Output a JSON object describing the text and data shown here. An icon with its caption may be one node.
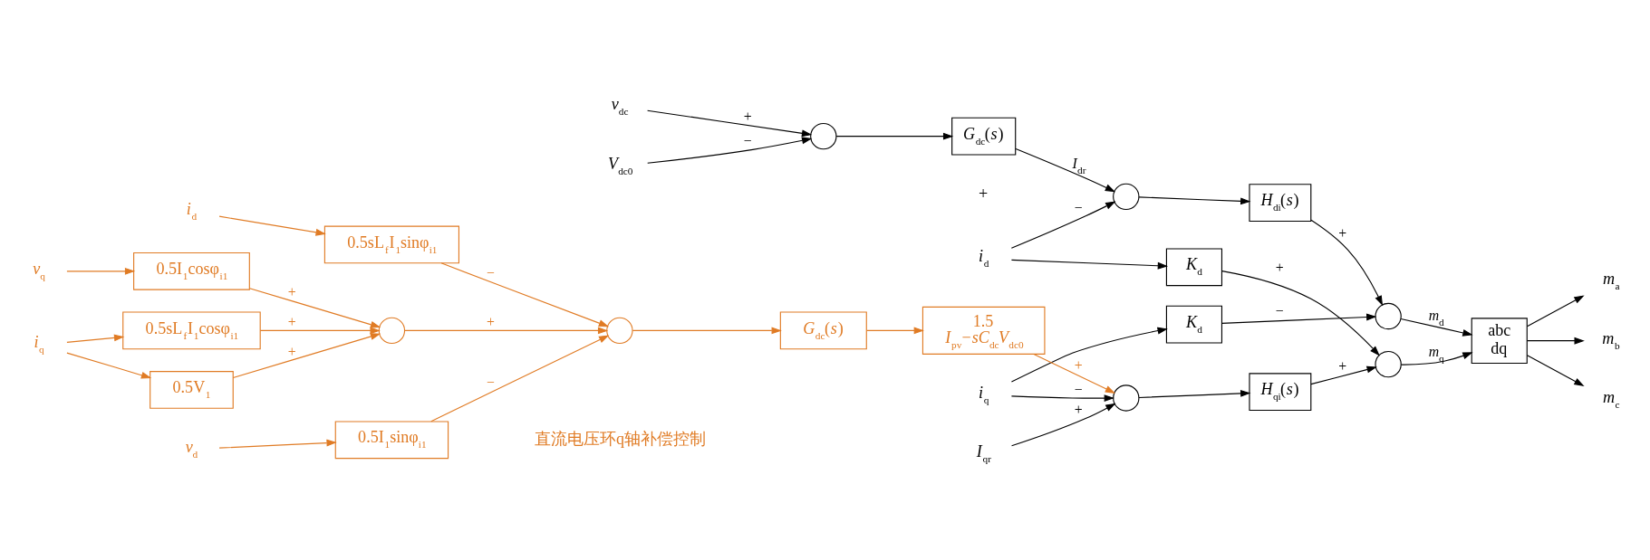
{
  "diagram": {
    "nodes": [
      {
        "text": [
          "*v*$_{dc}$"
        ]
      },
      {
        "text": [
          "*V*$_{dc0}$"
        ]
      },
      {
        "text": [],
        "shape": "circle"
      },
      {
        "text": [
          "*G*$_{dc}$(*s*)"
        ]
      },
      {
        "text": [],
        "shape": "circle"
      },
      {
        "text": [
          "*H*$_{di}$(*s*)"
        ]
      },
      {
        "text": [],
        "shape": "circle"
      },
      {
        "text": [
          "*i*$_{d}$"
        ]
      },
      {
        "text": [
          "*K*$_{d}$"
        ]
      },
      {
        "text": [
          "*i*$_{q}$"
        ]
      },
      {
        "text": [
          "*K*$_{d}$"
        ]
      },
      {
        "text": [],
        "shape": "circle"
      },
      {
        "text": [
          "*H*$_{qi}$(*s*)"
        ]
      },
      {
        "text": [],
        "shape": "circle"
      },
      {
        "text": [
          "*I*$_{qr}$"
        ]
      },
      {
        "text": [
          "abc",
          "dq"
        ]
      },
      {
        "text": [
          "*m*$_{a}$"
        ]
      },
      {
        "text": [
          "*m*$_{b}$"
        ]
      },
      {
        "text": [
          "*m*$_{c}$"
        ]
      },
      {
        "text": [
          "*i*$_{q}$"
        ]
      },
      {
        "text": [
          "0.5sL$_{f}$I$_{1}$cosφ$_{i1}$"
        ]
      },
      {
        "text": [
          "0.5V$_{1}$"
        ]
      },
      {
        "text": [
          "*v*$_{q}$"
        ]
      },
      {
        "text": [
          "0.5I$_{1}$cosφ$_{i1}$"
        ]
      },
      {
        "text": [],
        "shape": "circle"
      },
      {
        "text": [
          "*i*$_{d}$"
        ]
      },
      {
        "text": [
          "0.5sL$_{f}$I$_{1}$sinφ$_{i1}$"
        ]
      },
      {
        "text": [],
        "shape": "circle"
      },
      {
        "text": [
          "0.5I$_{1}$sinφ$_{i1}$"
        ]
      },
      {
        "text": [
          "*v*$_{d}$"
        ]
      },
      {
        "text": [
          "*G*$_{dc}$(*s*)"
        ]
      },
      {
        "text": [
          "1.5",
          "*I*$_{pv}$−*sC*$_{dc}$*V*$_{dc0}$"
        ]
      }
    ],
    "edges": [
      {
        "from": 1,
        "to": 2,
        "arrow": "to",
        "label": "−"
      },
      {
        "from": 0,
        "to": 2,
        "arrow": "to",
        "label": "+"
      },
      {
        "from": 2,
        "to": 3,
        "arrow": "to"
      },
      {
        "from": 3,
        "to": 4,
        "arrow": "to",
        "label": "*I*$_{dr}$"
      },
      {
        "from": 7,
        "to": 4,
        "arrow": "to",
        "label": "−"
      },
      {
        "from": 7,
        "to": 8,
        "arrow": "to"
      },
      {
        "from": 4,
        "to": 5,
        "arrow": "to"
      },
      {
        "from": 5,
        "to": 6,
        "arrow": "to",
        "label": "+"
      },
      {
        "from": 10,
        "to": 6,
        "arrow": "to",
        "label": "−"
      },
      {
        "from": 8,
        "to": 13,
        "arrow": "to",
        "label": "+"
      },
      {
        "from": 9,
        "to": 11,
        "arrow": "to",
        "label": "−"
      },
      {
        "from": 9,
        "to": 10,
        "arrow": "to"
      },
      {
        "from": 31,
        "to": 11,
        "arrow": "to",
        "label": "+",
        "color": "#e07b24"
      },
      {
        "from": 14,
        "to": 11,
        "arrow": "to",
        "label": "+"
      },
      {
        "from": 11,
        "to": 12,
        "arrow": "to"
      },
      {
        "from": 12,
        "to": 13,
        "arrow": "to",
        "label": "+"
      },
      {
        "from": 6,
        "to": 15,
        "arrow": "to",
        "label": "*m*$_{d}$"
      },
      {
        "from": 13,
        "to": 15,
        "arrow": "to",
        "label": "*m*$_{q}$"
      },
      {
        "from": 15,
        "to": 16,
        "arrow": "to"
      },
      {
        "from": 15,
        "to": 17,
        "arrow": "to"
      },
      {
        "from": 15,
        "to": 18,
        "arrow": "to"
      },
      {
        "from": 19,
        "to": 20,
        "arrow": "to",
        "color": "#e07b24"
      },
      {
        "from": 19,
        "to": 21,
        "arrow": "to",
        "color": "#e07b24"
      },
      {
        "from": 20,
        "to": 24,
        "arrow": "to",
        "label": "+",
        "color": "#e07b24"
      },
      {
        "from": 21,
        "to": 24,
        "arrow": "to",
        "label": "+",
        "color": "#e07b24"
      },
      {
        "from": 22,
        "to": 23,
        "arrow": "to",
        "color": "#e07b24"
      },
      {
        "from": 23,
        "to": 24,
        "arrow": "to",
        "label": "+",
        "color": "#e07b24"
      },
      {
        "from": 24,
        "to": 27,
        "arrow": "to",
        "label": "+",
        "color": "#e07b24"
      },
      {
        "from": 25,
        "to": 26,
        "arrow": "to",
        "color": "#e07b24"
      },
      {
        "from": 26,
        "to": 27,
        "arrow": "to",
        "label": "−",
        "color": "#e07b24"
      },
      {
        "from": 29,
        "to": 28,
        "arrow": "to",
        "color": "#e07b24"
      },
      {
        "from": 28,
        "to": 27,
        "arrow": "to",
        "label": "−",
        "color": "#e07b24"
      },
      {
        "from": 27,
        "to": 30,
        "arrow": "to",
        "color": "#e07b24"
      },
      {
        "from": 30,
        "to": 31,
        "arrow": "to",
        "color": "#e07b24"
      }
    ],
    "labels": [
      "+",
      "直流电压环q轴补偿控制"
    ]
  }
}
